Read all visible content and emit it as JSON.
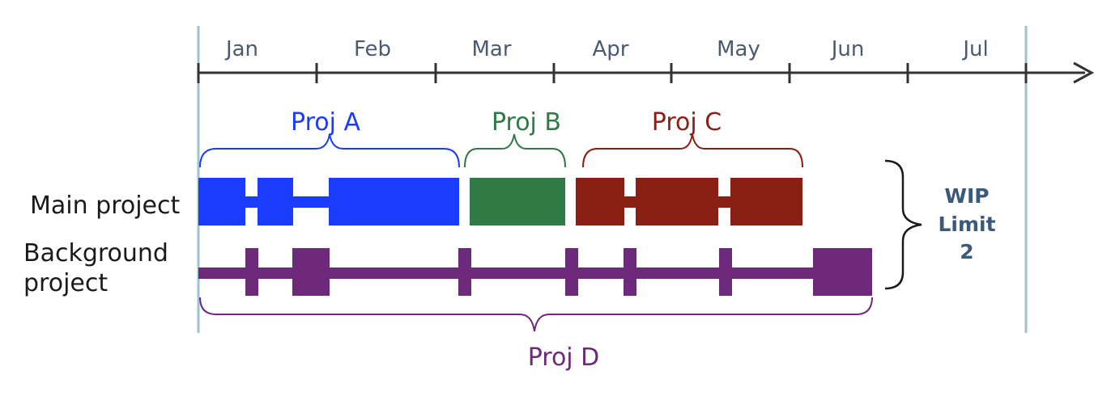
{
  "timeline": {
    "months": [
      "Jan",
      "Feb",
      "Mar",
      "Apr",
      "May",
      "Jun",
      "Jul"
    ]
  },
  "rows": {
    "main_label": "Main project",
    "background_label_line1": "Background",
    "background_label_line2": "project"
  },
  "projects": {
    "a": {
      "label": "Proj A",
      "color": "#1a3cff"
    },
    "b": {
      "label": "Proj B",
      "color": "#2f7a45"
    },
    "c": {
      "label": "Proj C",
      "color": "#8a1f14"
    },
    "d": {
      "label": "Proj D",
      "color": "#6e2a7a"
    }
  },
  "wip": {
    "line1": "WIP",
    "line2": "Limit",
    "line3": "2"
  },
  "colors": {
    "axis": "#333333",
    "boundary": "#9cc3cf",
    "month_text": "#4a5a70",
    "wip_text": "#3b5a7a"
  }
}
